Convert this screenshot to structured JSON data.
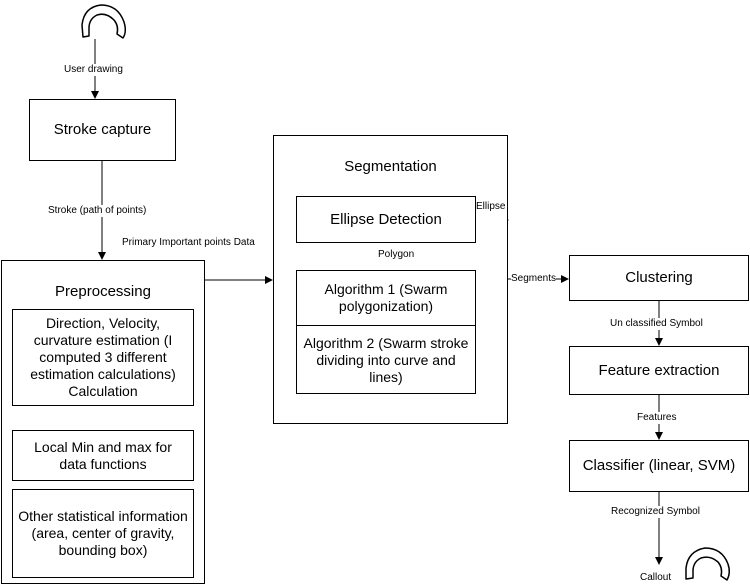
{
  "stroke_capture": "Stroke capture",
  "preprocessing": {
    "title": "Preprocessing",
    "item1": "Direction, Velocity, curvature estimation (I computed  3 different estimation calculations) Calculation",
    "item2": "Local Min and max for data functions",
    "item3": "Other statistical information (area, center of gravity, bounding box)"
  },
  "segmentation": {
    "title": "Segmentation",
    "ellipse_detection": "Ellipse Detection",
    "algorithm1": "Algorithm 1 (Swarm polygonization)",
    "algorithm2": "Algorithm 2 (Swarm stroke dividing into curve and lines)"
  },
  "clustering": "Clustering",
  "feature_extraction": "Feature extraction",
  "classifier": "Classifier (linear, SVM)",
  "labels": {
    "user_drawing": "User drawing",
    "stroke": "Stroke (path of points)",
    "primary": "Primary Important points Data",
    "ellipse": "Ellipse",
    "polygon": "Polygon",
    "segments": "Segments",
    "unclassified": "Un classified Symbol",
    "features": "Features",
    "recognized": "Recognized Symbol",
    "callout": "Callout"
  }
}
